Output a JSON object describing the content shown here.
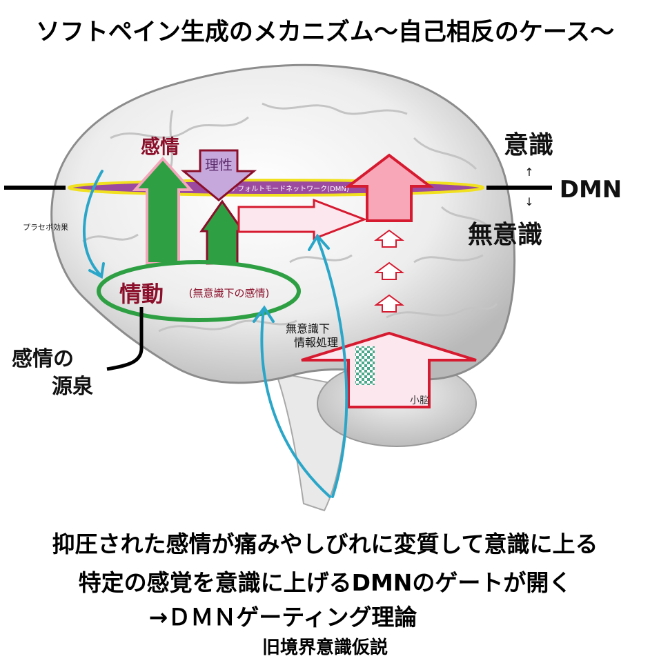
{
  "title": "ソフトペイン生成のメカニズム〜自己相反のケース〜",
  "labels": {
    "ishiki": "意識",
    "dmn": "DMN",
    "muishiki": "無意識",
    "kanjou": "感情",
    "risei": "理性",
    "dmn_band": "デフォルトモードネットワーク(DMN)",
    "placebo": "プラセボ効果",
    "joudou": "情動",
    "joudou_note": "(無意識下の感情)",
    "kanjou_no": "感情の",
    "gensen": "源泉",
    "muishiki_ka": "無意識下",
    "jouhou_shori": "情報処理",
    "shounou": "小脳",
    "arrow_up": "↑",
    "arrow_down": "↓"
  },
  "captions": {
    "line1": "抑圧された感情が痛みやしびれに変質して意識に上る",
    "line2": "特定の感覚を意識に上げるDMNのゲートが開く",
    "line3": "→ＤＭＮゲーティング理論",
    "line4": "旧境界意識仮説"
  },
  "colors": {
    "dark_red": "#8b0f2a",
    "green": "#2ea043",
    "purple": "#8d3c91",
    "yellow": "#f0e020",
    "pink_fill": "#f7a7b8",
    "light_pink": "#fde7ee",
    "red_outline": "#d61a2f",
    "blue": "#2aa6c9",
    "lavender": "#c7a8dc"
  }
}
